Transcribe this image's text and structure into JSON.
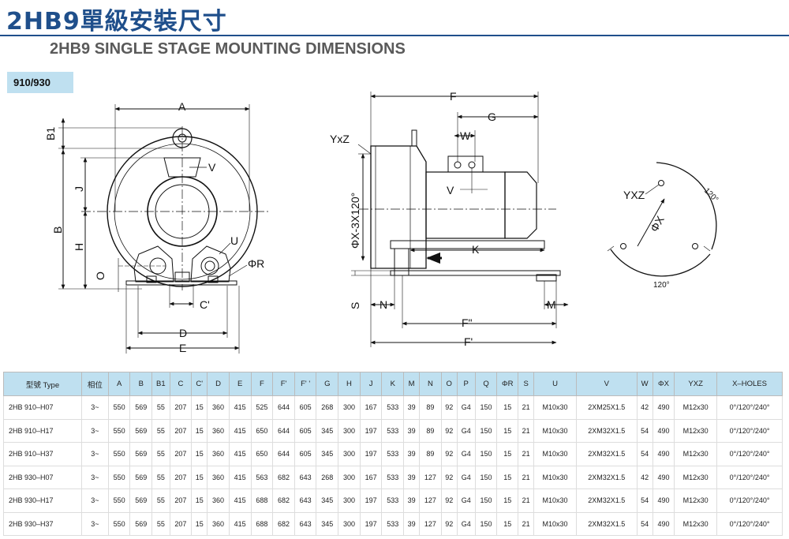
{
  "header": {
    "title_zh": "2HB9單級安裝尺寸",
    "title_en": "2HB9 SINGLE STAGE MOUNTING DIMENSIONS",
    "model": "910/930"
  },
  "labels": {
    "front": {
      "A": "A",
      "B1": "B1",
      "B": "B",
      "J": "J",
      "H": "H",
      "O": "O",
      "V": "V",
      "U": "U",
      "R": "ΦR",
      "C": "C'",
      "D": "D",
      "E": "E"
    },
    "side": {
      "F": "F",
      "G": "G",
      "W": "W",
      "YxZ": "YxZ",
      "V": "V",
      "PhiX": "ΦX-3X120°",
      "K": "K",
      "S": "S",
      "N": "N",
      "M": "M",
      "F2": "F\"",
      "F1": "F'"
    },
    "flange": {
      "YXZ": "YXZ",
      "phiX": "ΦX",
      "a1": "120°",
      "a2": "120°"
    }
  },
  "table": {
    "headers": [
      "型號 Type",
      "相位",
      "A",
      "B",
      "B1",
      "C",
      "C'",
      "D",
      "E",
      "F",
      "F'",
      "F' '",
      "G",
      "H",
      "J",
      "K",
      "M",
      "N",
      "O",
      "P",
      "Q",
      "ΦR",
      "S",
      "U",
      "V",
      "W",
      "ΦX",
      "YXZ",
      "X–HOLES"
    ],
    "rows": [
      [
        "2HB 910–H07",
        "3~",
        "550",
        "569",
        "55",
        "207",
        "15",
        "360",
        "415",
        "525",
        "644",
        "605",
        "268",
        "300",
        "167",
        "533",
        "39",
        "89",
        "92",
        "G4",
        "150",
        "15",
        "21",
        "M10x30",
        "2XM25X1.5",
        "42",
        "490",
        "M12x30",
        "0°/120°/240°"
      ],
      [
        "2HB 910–H17",
        "3~",
        "550",
        "569",
        "55",
        "207",
        "15",
        "360",
        "415",
        "650",
        "644",
        "605",
        "345",
        "300",
        "197",
        "533",
        "39",
        "89",
        "92",
        "G4",
        "150",
        "15",
        "21",
        "M10x30",
        "2XM32X1.5",
        "54",
        "490",
        "M12x30",
        "0°/120°/240°"
      ],
      [
        "2HB 910–H37",
        "3~",
        "550",
        "569",
        "55",
        "207",
        "15",
        "360",
        "415",
        "650",
        "644",
        "605",
        "345",
        "300",
        "197",
        "533",
        "39",
        "89",
        "92",
        "G4",
        "150",
        "15",
        "21",
        "M10x30",
        "2XM32X1.5",
        "54",
        "490",
        "M12x30",
        "0°/120°/240°"
      ],
      [
        "2HB 930–H07",
        "3~",
        "550",
        "569",
        "55",
        "207",
        "15",
        "360",
        "415",
        "563",
        "682",
        "643",
        "268",
        "300",
        "167",
        "533",
        "39",
        "127",
        "92",
        "G4",
        "150",
        "15",
        "21",
        "M10x30",
        "2XM32X1.5",
        "42",
        "490",
        "M12x30",
        "0°/120°/240°"
      ],
      [
        "2HB 930–H17",
        "3~",
        "550",
        "569",
        "55",
        "207",
        "15",
        "360",
        "415",
        "688",
        "682",
        "643",
        "345",
        "300",
        "197",
        "533",
        "39",
        "127",
        "92",
        "G4",
        "150",
        "15",
        "21",
        "M10x30",
        "2XM32X1.5",
        "54",
        "490",
        "M12x30",
        "0°/120°/240°"
      ],
      [
        "2HB 930–H37",
        "3~",
        "550",
        "569",
        "55",
        "207",
        "15",
        "360",
        "415",
        "688",
        "682",
        "643",
        "345",
        "300",
        "197",
        "533",
        "39",
        "127",
        "92",
        "G4",
        "150",
        "15",
        "21",
        "M10x30",
        "2XM32X1.5",
        "54",
        "490",
        "M12x30",
        "0°/120°/240°"
      ]
    ]
  }
}
